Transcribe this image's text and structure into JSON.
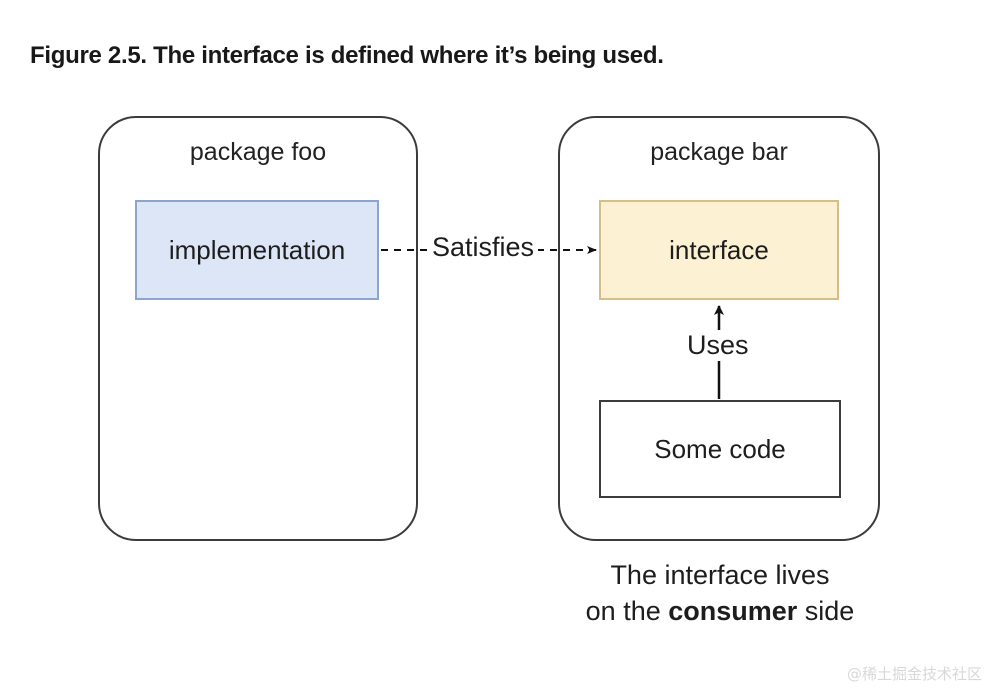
{
  "figure": {
    "caption": "Figure 2.5. The interface is defined where it’s being used."
  },
  "diagram": {
    "type": "package-dependency-diagram",
    "packages": [
      {
        "id": "foo",
        "title": "package foo",
        "nodes": [
          {
            "id": "implementation",
            "label": "implementation",
            "fill": "#dce6f6",
            "stroke": "#8ba5cc"
          }
        ]
      },
      {
        "id": "bar",
        "title": "package bar",
        "nodes": [
          {
            "id": "interface",
            "label": "interface",
            "fill": "#fcf1d2",
            "stroke": "#d6bf86"
          },
          {
            "id": "some-code",
            "label": "Some code",
            "fill": "#ffffff",
            "stroke": "#3b3b3b"
          }
        ]
      }
    ],
    "edges": [
      {
        "id": "satisfies",
        "label": "Satisfies",
        "from": "implementation",
        "to": "interface",
        "style": "dashed",
        "arrow": "open-right"
      },
      {
        "id": "uses",
        "label": "Uses",
        "from": "some-code",
        "to": "interface",
        "style": "solid",
        "arrow": "up"
      }
    ]
  },
  "note": {
    "line1": "The interface lives",
    "line2_prefix": "on the ",
    "line2_emphasis": "consumer",
    "line2_suffix": " side"
  },
  "watermark": {
    "text": "@稀土掘金技术社区"
  },
  "colors": {
    "background": "#ffffff",
    "container_stroke": "#3b3b3b",
    "text": "#1d1d1d",
    "implementation_fill": "#dce6f6",
    "interface_fill": "#fcf1d2"
  }
}
